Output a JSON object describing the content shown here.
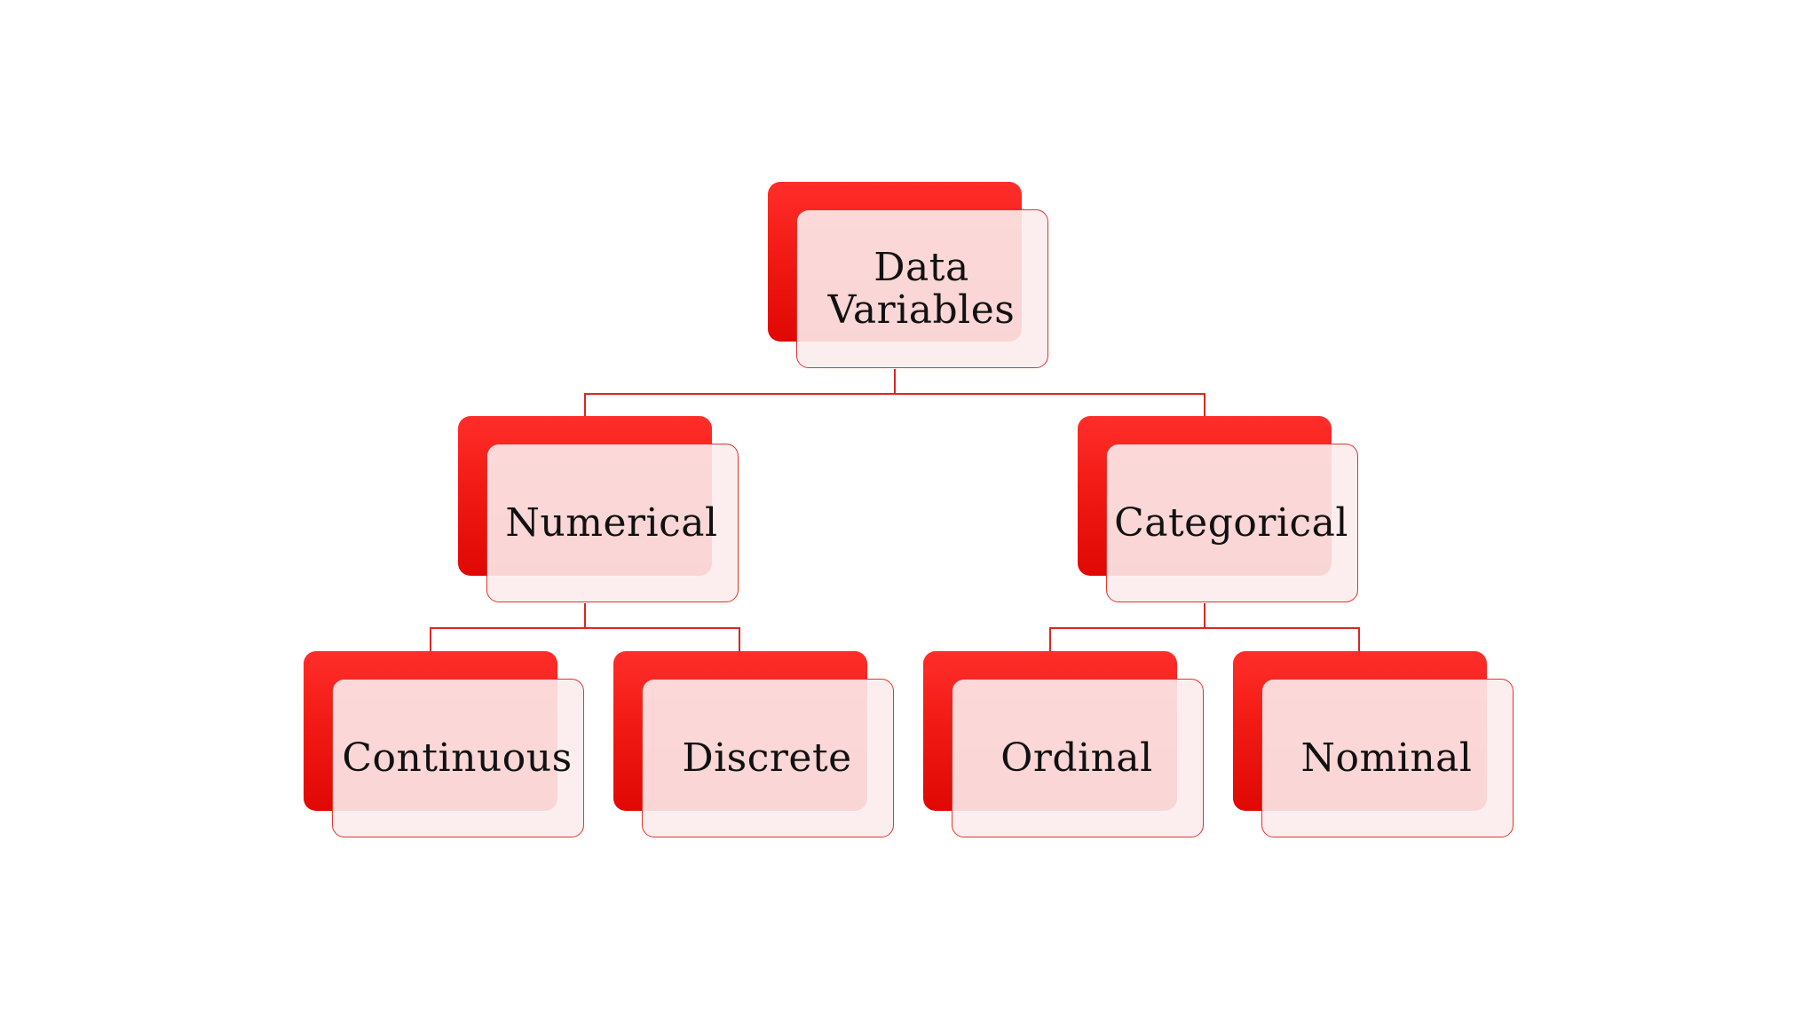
{
  "diagram": {
    "root": {
      "label": "Data\nVariables"
    },
    "left": {
      "label": "Numerical"
    },
    "right": {
      "label": "Categorical"
    },
    "leaves": [
      {
        "label": "Continuous"
      },
      {
        "label": "Discrete"
      },
      {
        "label": "Ordinal"
      },
      {
        "label": "Nominal"
      }
    ]
  },
  "colors": {
    "accent_red": "#f21a14",
    "card_fill": "#fcecee",
    "line": "#d8281f"
  }
}
